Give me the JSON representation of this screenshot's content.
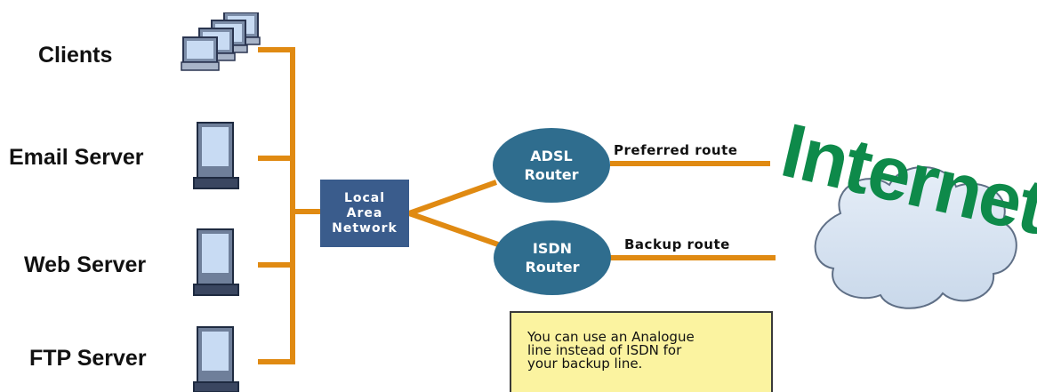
{
  "nodes": {
    "clients": "Clients",
    "email_server": "Email Server",
    "web_server": "Web Server",
    "ftp_server": "FTP Server",
    "lan": [
      "Local",
      "Area",
      "Network"
    ],
    "adsl_router": [
      "ADSL",
      "Router"
    ],
    "isdn_router": [
      "ISDN",
      "Router"
    ],
    "internet": "Internet"
  },
  "routes": {
    "preferred": "Preferred route",
    "backup": "Backup route"
  },
  "note": [
    "You can use an Analogue",
    "line instead of ISDN for",
    "your backup line."
  ],
  "colors": {
    "wire": "#e08a12",
    "lan_box": "#3a5c8c",
    "router": "#2f6d8e",
    "internet_text": "#0e8a4a",
    "note_bg": "#fbf3a0"
  },
  "icons": [
    "computer-icon",
    "cloud-icon"
  ]
}
